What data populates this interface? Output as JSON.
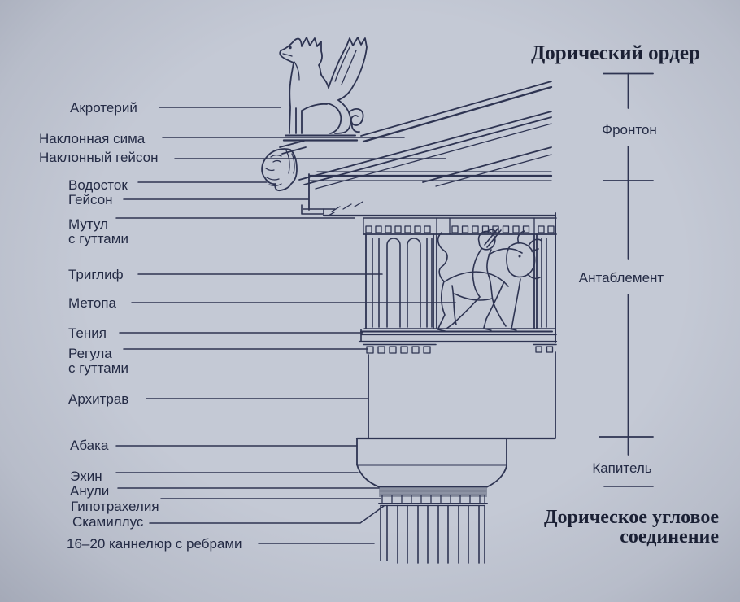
{
  "titles": {
    "main": "Дорический ордер",
    "secondary_line1": "Дорическое угловое",
    "secondary_line2": "соединение"
  },
  "sections": {
    "pediment": "Фронтон",
    "entablature": "Антаблемент",
    "capital": "Капитель"
  },
  "part_labels": [
    {
      "text": "Акротерий"
    },
    {
      "text": "Наклонная сима"
    },
    {
      "text": "Наклонный гейсон"
    },
    {
      "text": "Водосток"
    },
    {
      "text": "Гейсон"
    },
    {
      "text": "Мутул",
      "text2": "с гуттами"
    },
    {
      "text": "Триглиф"
    },
    {
      "text": "Метопа"
    },
    {
      "text": "Тения"
    },
    {
      "text": "Регула",
      "text2": "с гуттами"
    },
    {
      "text": "Архитрав"
    },
    {
      "text": "Абака"
    },
    {
      "text": "Эхин"
    },
    {
      "text": "Анули"
    },
    {
      "text": "Гипотрахелия"
    },
    {
      "text": "Скамиллус"
    },
    {
      "text": "16–20 каннелюр с ребрами"
    }
  ],
  "colors": {
    "background": "#c4c9d5",
    "ink": "#2e3452",
    "label_text": "#242b45",
    "title_text": "#1b2034"
  }
}
